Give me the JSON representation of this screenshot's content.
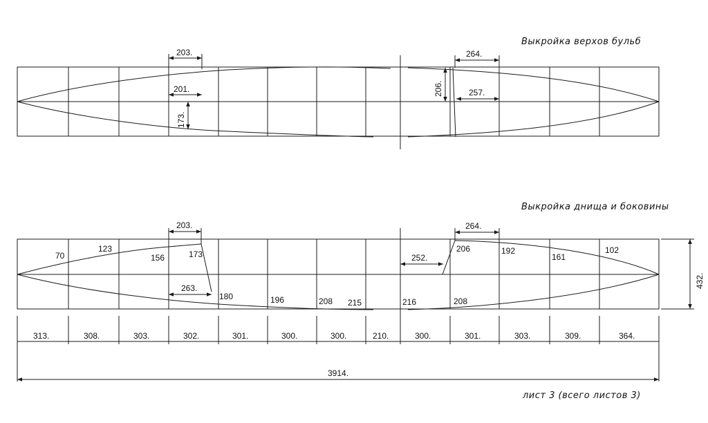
{
  "titles": {
    "top_pattern": "Выкройка верхов бульб",
    "bottom_pattern": "Выкройка днища и боковины",
    "sheet": "лист 3 (всего листов 3)"
  },
  "top_pattern": {
    "dims": {
      "d203": "203.",
      "d201": "201.",
      "d173": "173.",
      "d206": "206.",
      "d264": "264.",
      "d257": "257."
    }
  },
  "bottom_pattern": {
    "dims": {
      "d203": "203.",
      "d263": "263.",
      "d264": "264.",
      "d252": "252.",
      "d432": "432."
    },
    "upper_values": [
      "70",
      "123",
      "156",
      "173",
      "206",
      "192",
      "161",
      "102"
    ],
    "lower_values": [
      "180",
      "196",
      "208",
      "215",
      "216",
      "208"
    ],
    "segments": [
      "313.",
      "308.",
      "303.",
      "302.",
      "301.",
      "300.",
      "300.",
      "210.",
      "300.",
      "301.",
      "303.",
      "309.",
      "364."
    ],
    "total": "3914."
  }
}
